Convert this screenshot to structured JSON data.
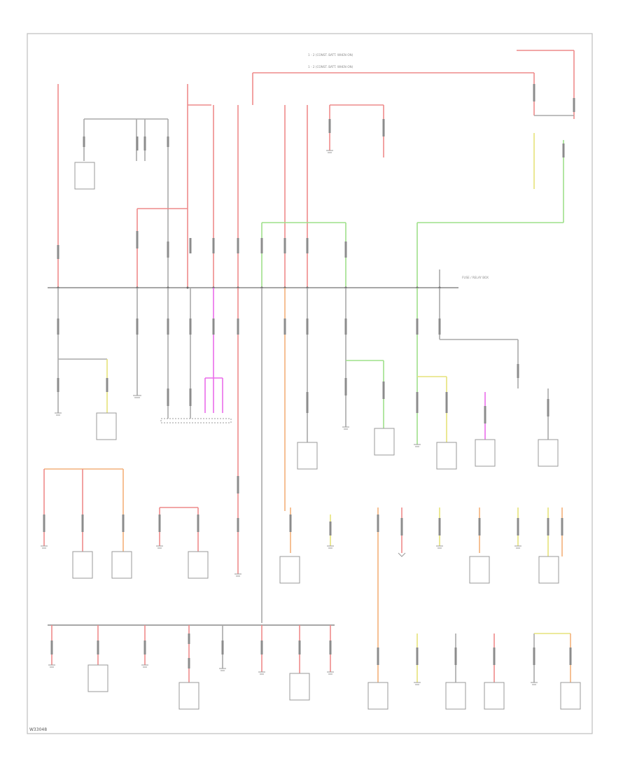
{
  "diagram": {
    "footer_code": "W33048",
    "bus_label": "FUSE / RELAY BOX",
    "lines_top": [
      "1 - 2 (CONST. BATT. WHEN ON)",
      "1 - 2 (CONST. BATT. WHEN ON)"
    ],
    "colors": {
      "red": "#ee8a8a",
      "green": "#9ee08a",
      "orange": "#f4b07a",
      "magenta": "#ea6cea",
      "gray": "#a9a9a9",
      "yellow": "#e6e27a"
    }
  }
}
